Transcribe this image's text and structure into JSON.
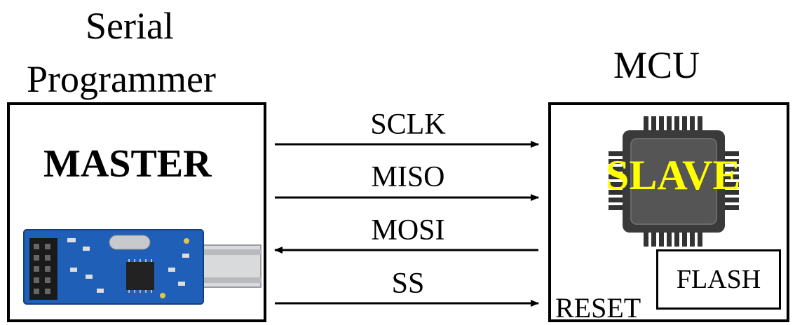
{
  "master_side": {
    "title_line1": "Serial",
    "title_line2": "Programmer",
    "label": "MASTER",
    "image": "usb-isp-programmer-board"
  },
  "slave_side": {
    "title": "MCU",
    "label": "SLAVE",
    "chip_image": "microcontroller-chip",
    "flash_label": "FLASH",
    "reset_label": "RESET",
    "label_color": "#ffff00"
  },
  "signals": [
    {
      "label": "SCLK",
      "direction": "master-to-slave"
    },
    {
      "label": "MISO",
      "direction": "master-to-slave"
    },
    {
      "label": "MOSI",
      "direction": "slave-to-master"
    },
    {
      "label": "SS",
      "direction": "master-to-slave"
    }
  ]
}
